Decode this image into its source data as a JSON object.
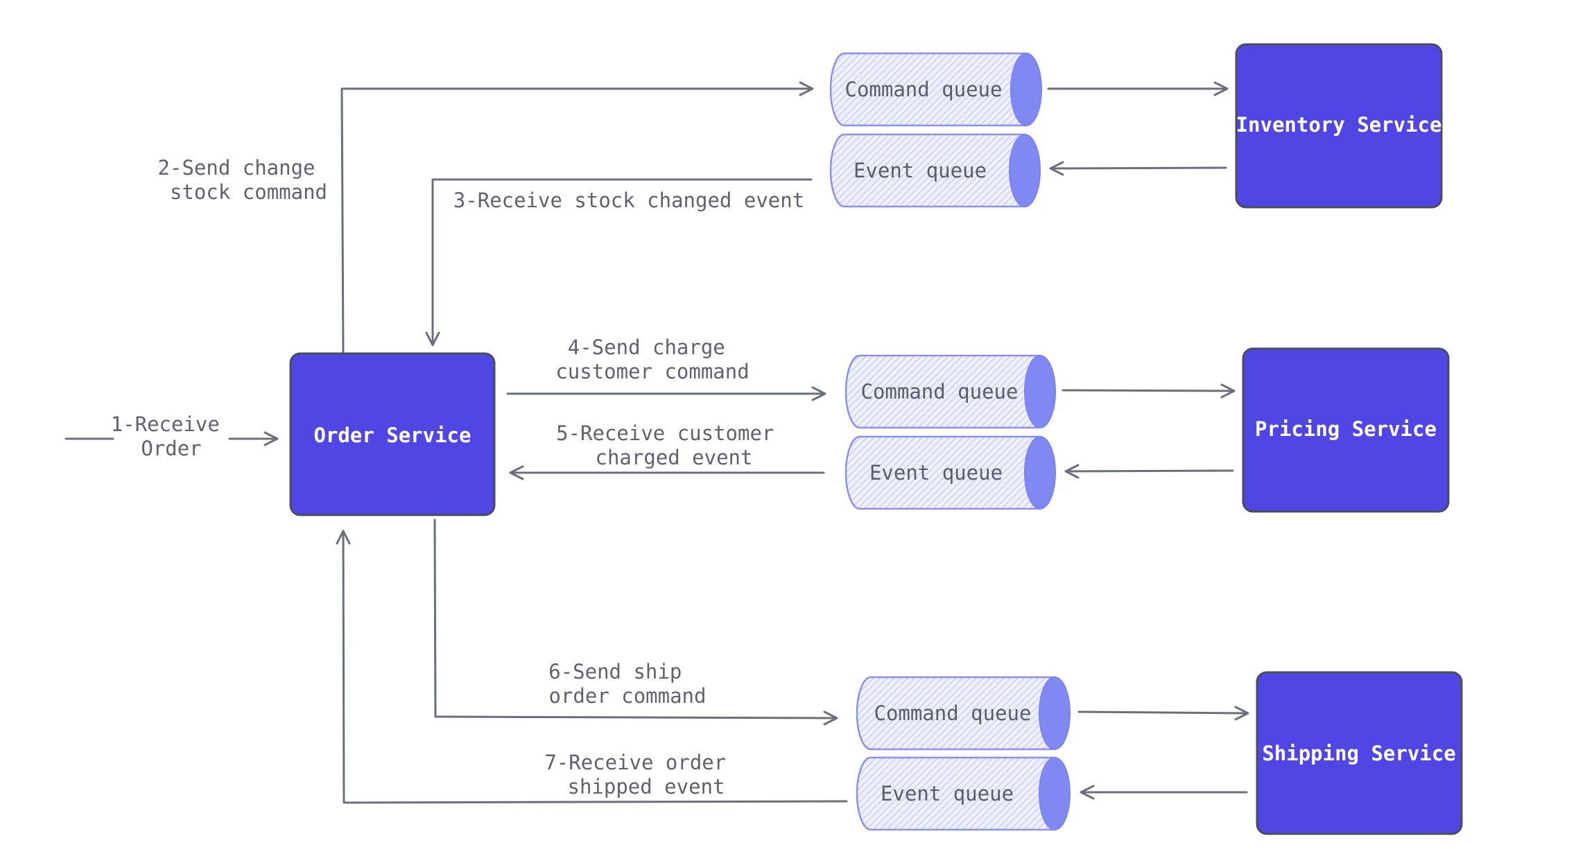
{
  "services": {
    "order": "Order Service",
    "inventory": "Inventory Service",
    "pricing": "Pricing Service",
    "shipping": "Shipping Service"
  },
  "queues": {
    "inventory_command": "Command queue",
    "inventory_event": "Event queue",
    "pricing_command": "Command queue",
    "pricing_event": "Event queue",
    "shipping_command": "Command queue",
    "shipping_event": "Event queue"
  },
  "steps": {
    "s1": [
      "1-Receive",
      "Order"
    ],
    "s2": [
      "2-Send change",
      "stock command"
    ],
    "s3": [
      "3-Receive stock changed event"
    ],
    "s4": [
      "4-Send charge",
      "customer command"
    ],
    "s5": [
      "5-Receive customer",
      "charged event"
    ],
    "s6": [
      "6-Send ship",
      "order command"
    ],
    "s7": [
      "7-Receive order",
      "shipped event"
    ]
  },
  "colors": {
    "service_fill": "#5046e4",
    "queue_cap": "#8089f2",
    "queue_hatch": "#c9ccf8",
    "edge": "#6b6f7c",
    "label": "#5f6170"
  }
}
